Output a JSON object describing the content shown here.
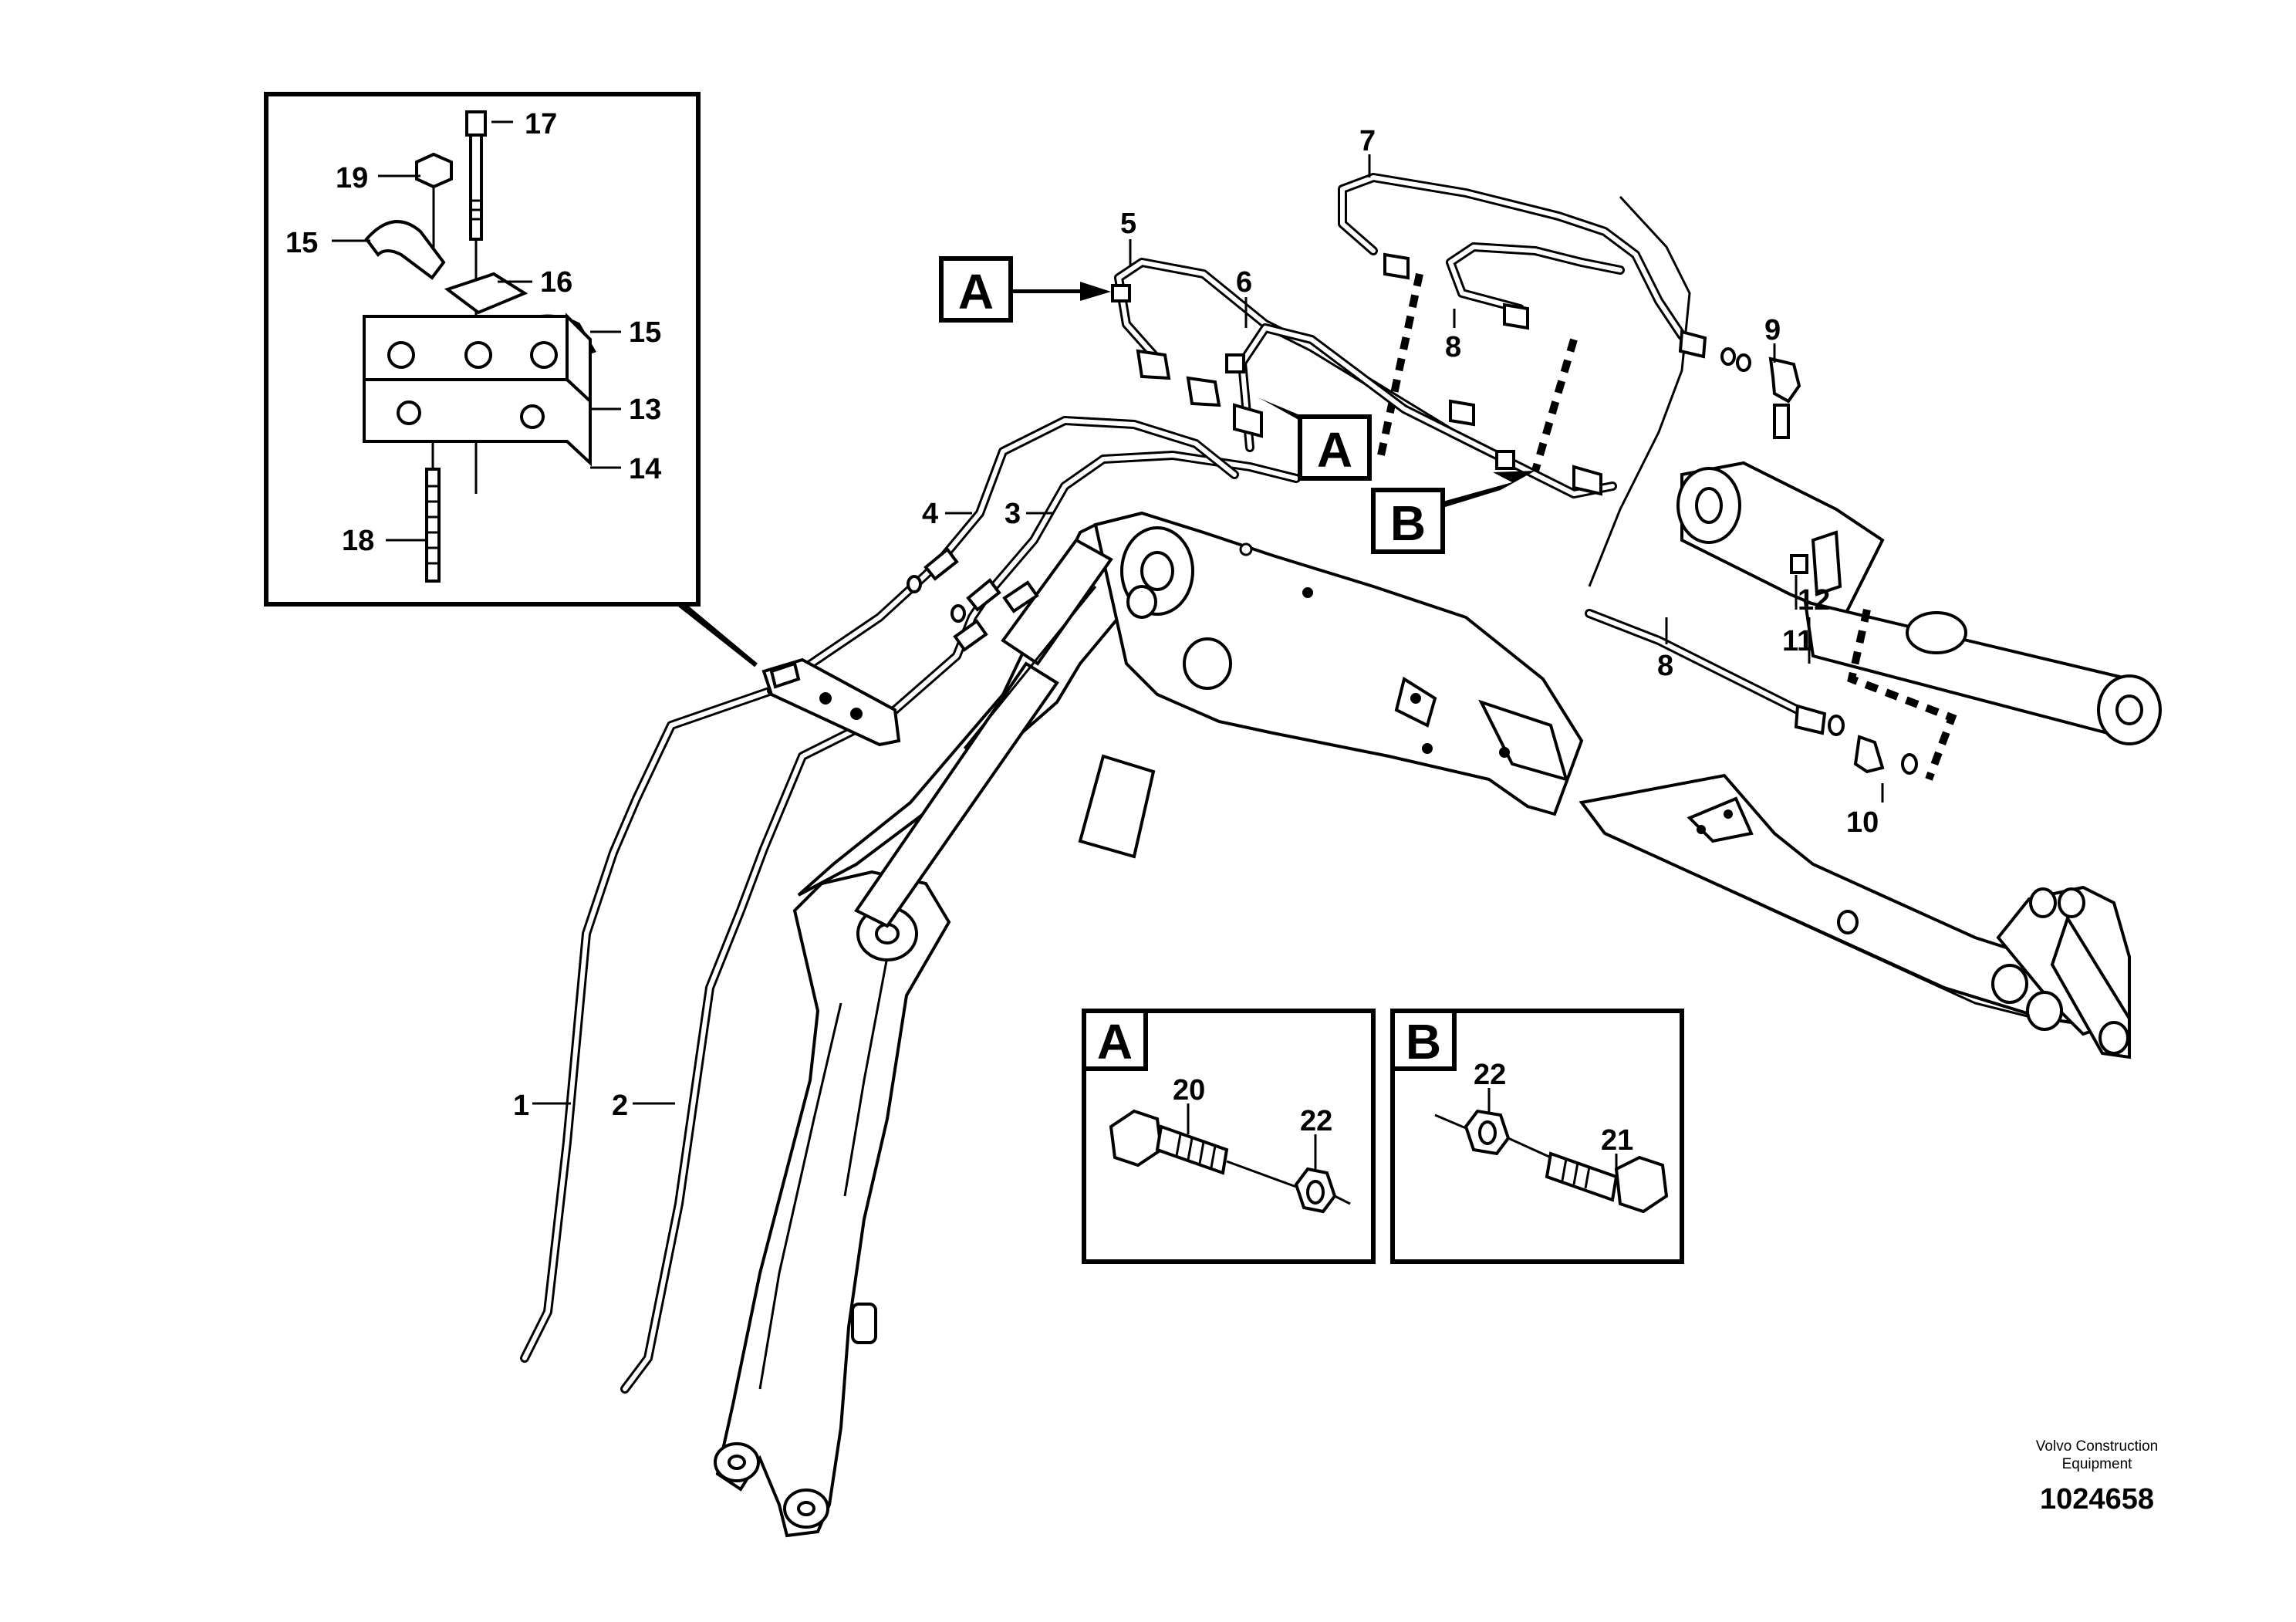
{
  "callouts": {
    "c1": "1",
    "c2": "2",
    "c3": "3",
    "c4": "4",
    "c5": "5",
    "c6": "6",
    "c7": "7",
    "c8a": "8",
    "c8b": "8",
    "c9": "9",
    "c10": "10",
    "c11": "11",
    "c12": "12",
    "c13": "13",
    "c14": "14",
    "c15a": "15",
    "c15b": "15",
    "c16": "16",
    "c17": "17",
    "c18": "18",
    "c19": "19",
    "c20": "20",
    "c21": "21",
    "c22a": "22",
    "c22b": "22"
  },
  "refs": {
    "a1": "A",
    "a2": "A",
    "b1": "B",
    "detail_a": "A",
    "detail_b": "B"
  },
  "footer": {
    "company_line1": "Volvo Construction",
    "company_line2": "Equipment",
    "drawing_number": "1024658"
  }
}
